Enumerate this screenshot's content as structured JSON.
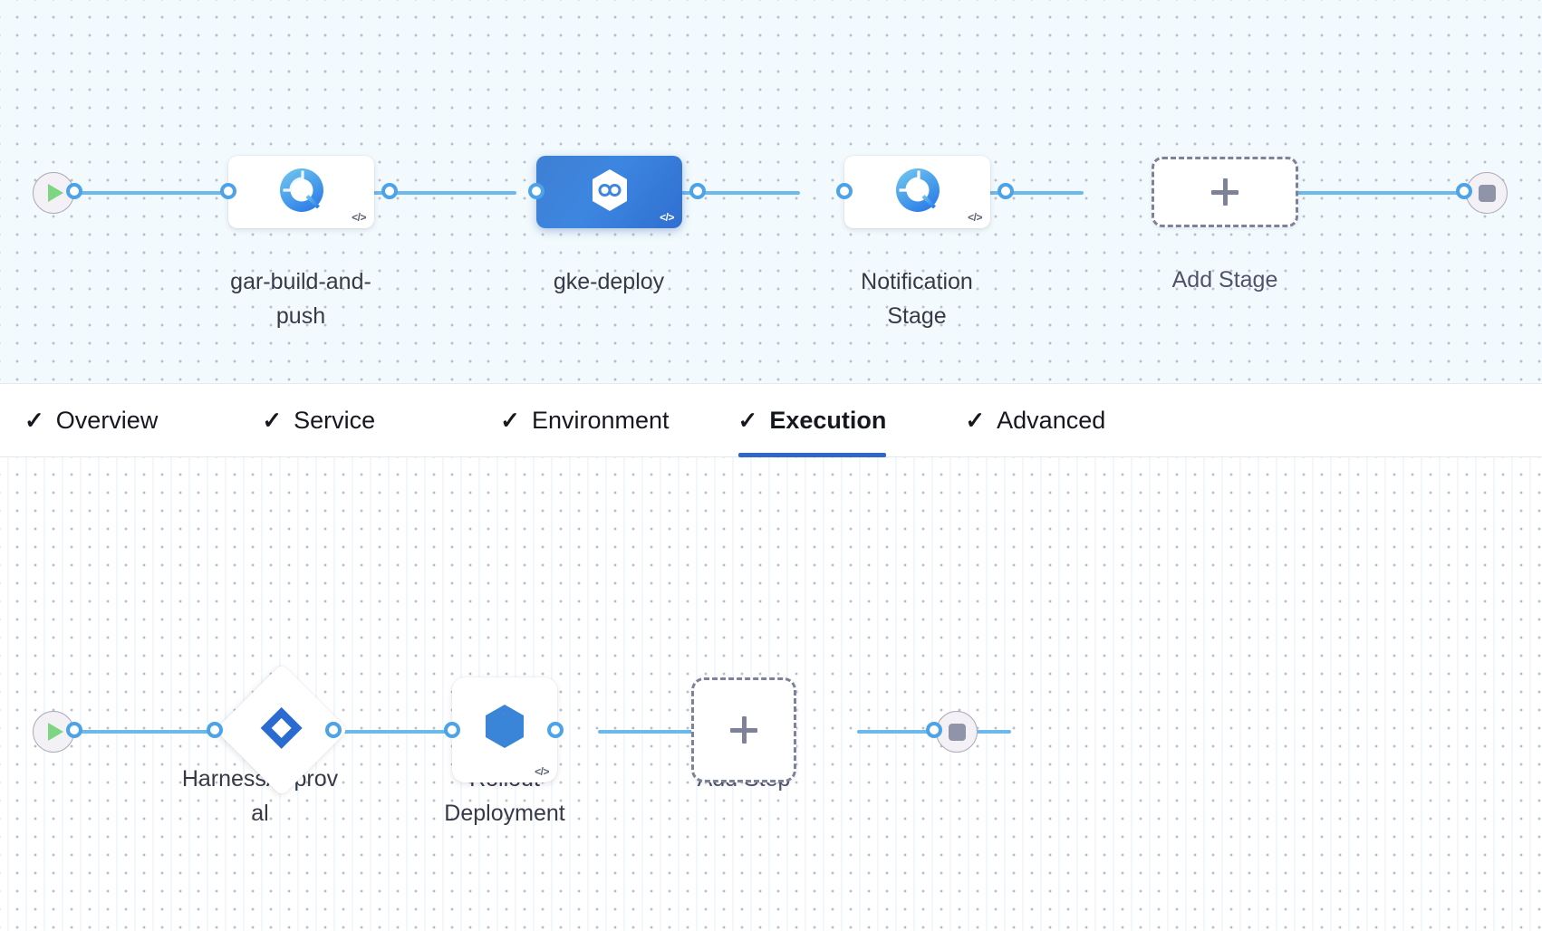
{
  "stage_canvas": {
    "name": "pipeline-stage-graph",
    "start_node": {
      "icon": "play-icon",
      "label": ""
    },
    "end_node": {
      "icon": "stop-icon",
      "label": ""
    },
    "stages": [
      {
        "name": "gar-build-and-push",
        "label": "gar-build-and-\npush",
        "icon": "ci-build-icon",
        "badge": "</>",
        "selected": false
      },
      {
        "name": "gke-deploy",
        "label": "gke-deploy",
        "icon": "cd-deploy-icon",
        "badge": "</>",
        "selected": true
      },
      {
        "name": "notification-stage",
        "label": "Notification\nStage",
        "icon": "ci-build-icon",
        "badge": "</>",
        "selected": false
      }
    ],
    "add_stage": {
      "label": "Add Stage",
      "icon": "plus-icon"
    }
  },
  "tabs": {
    "active": "Execution",
    "items": [
      {
        "label": "Overview",
        "check": "✓",
        "active": false
      },
      {
        "label": "Service",
        "check": "✓",
        "active": false
      },
      {
        "label": "Environment",
        "check": "✓",
        "active": false
      },
      {
        "label": "Execution",
        "check": "✓",
        "active": true
      },
      {
        "label": "Advanced",
        "check": "✓",
        "active": false
      }
    ]
  },
  "step_canvas": {
    "name": "execution-step-graph",
    "start_node": {
      "icon": "play-icon",
      "label": ""
    },
    "end_node": {
      "icon": "stop-icon",
      "label": ""
    },
    "steps": [
      {
        "name": "harness-approval",
        "label": "HarnessApprov\nal",
        "icon": "harness-logo-icon",
        "shape": "diamond"
      },
      {
        "name": "rollout-deployment",
        "label": "Rollout\nDeployment",
        "icon": "k8s-rollout-icon",
        "badge": "</>",
        "shape": "square"
      }
    ],
    "add_step": {
      "label": "Add Step",
      "icon": "plus-icon"
    }
  },
  "colors": {
    "accent_blue": "#4da3e8",
    "selected_stage": "#3d86e0",
    "tab_underline": "#2f68c8",
    "dashed_border": "#7e8299",
    "start_green": "#7ed683",
    "stop_gray": "#9094a8"
  }
}
